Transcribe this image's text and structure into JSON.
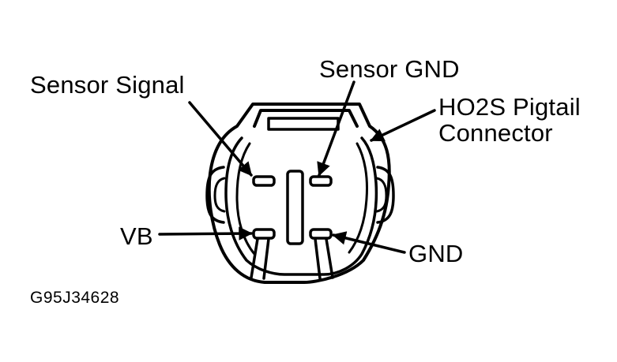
{
  "labels": {
    "sensor_signal": "Sensor Signal",
    "sensor_gnd": "Sensor GND",
    "pigtail_line1": "HO2S Pigtail",
    "pigtail_line2": "Connector",
    "vb": "VB",
    "gnd": "GND"
  },
  "figure_id": "G95J34628",
  "colors": {
    "ink": "#000000",
    "background": "#ffffff"
  }
}
